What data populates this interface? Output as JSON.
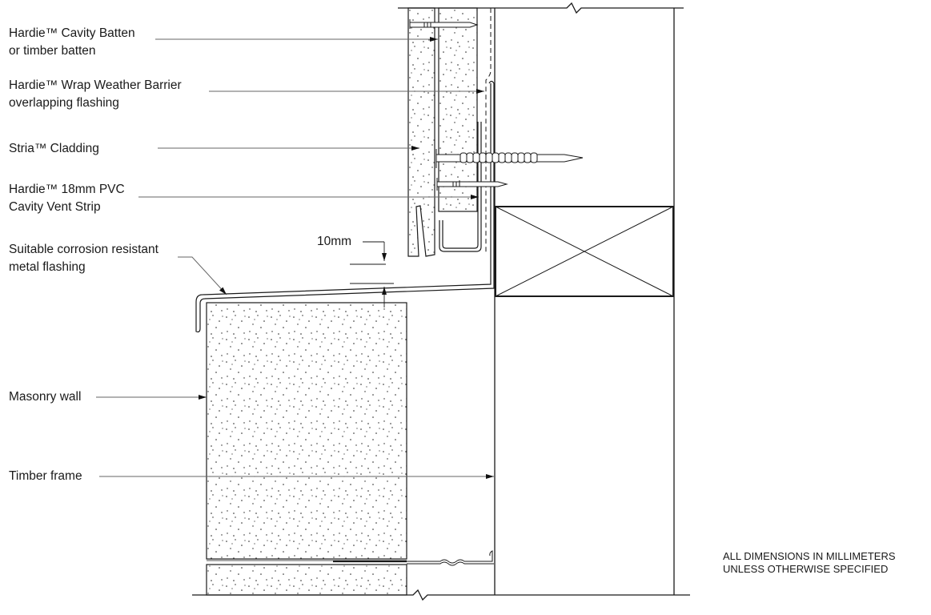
{
  "drawing": {
    "type": "construction-detail",
    "subject": "Stria cladding over masonry wall base with timber frame",
    "labels": [
      {
        "id": "cavity-batten",
        "lines": [
          "Hardie™ Cavity Batten",
          "or timber batten"
        ]
      },
      {
        "id": "wrap-barrier",
        "lines": [
          "Hardie™ Wrap Weather Barrier",
          "overlapping flashing"
        ]
      },
      {
        "id": "stria-cladding",
        "lines": [
          "Stria™ Cladding"
        ]
      },
      {
        "id": "vent-strip",
        "lines": [
          "Hardie™ 18mm PVC",
          "Cavity Vent Strip"
        ]
      },
      {
        "id": "metal-flashing",
        "lines": [
          "Suitable corrosion resistant",
          "metal flashing"
        ]
      },
      {
        "id": "masonry-wall",
        "lines": [
          "Masonry wall"
        ]
      },
      {
        "id": "timber-frame",
        "lines": [
          "Timber frame"
        ]
      }
    ],
    "dimension": {
      "value": "10mm"
    },
    "note": {
      "lines": [
        "ALL DIMENSIONS IN MILLIMETERS",
        "UNLESS OTHERWISE SPECIFIED"
      ]
    },
    "colors": {
      "line": "#1a1a1a",
      "leader": "#555555",
      "background": "#ffffff"
    }
  }
}
